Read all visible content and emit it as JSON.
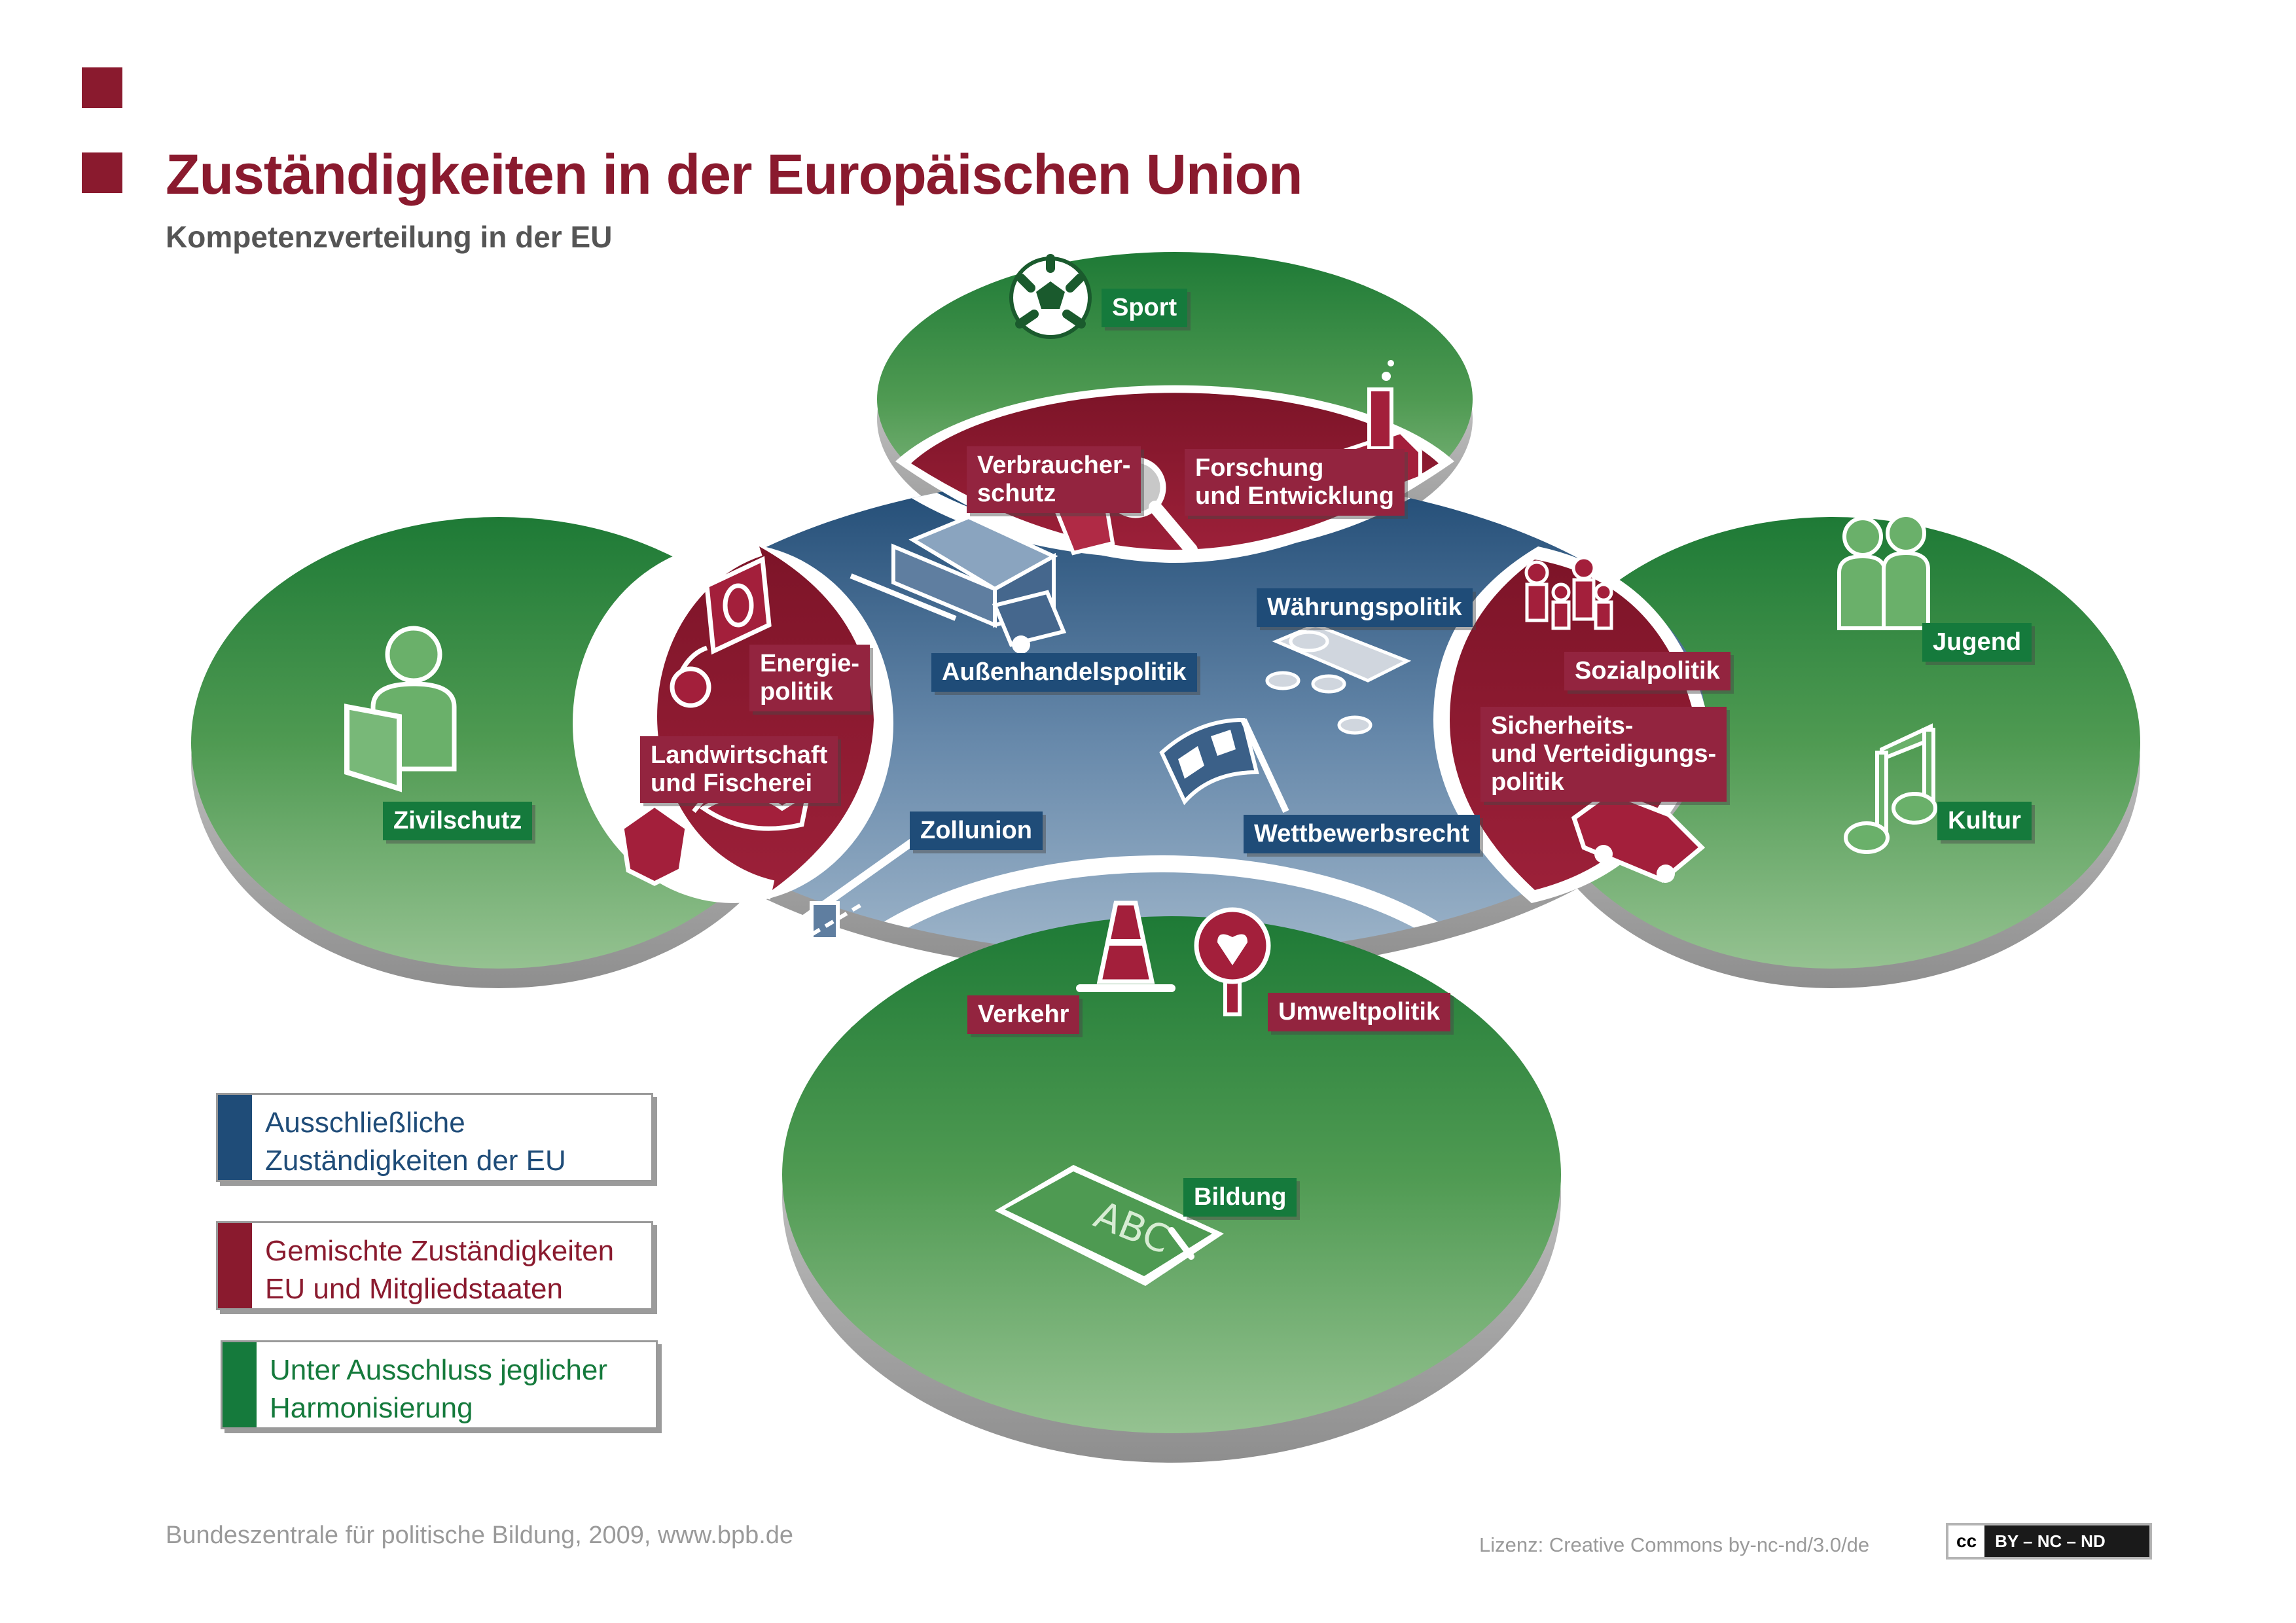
{
  "header": {
    "title": "Zuständigkeiten in der Europäischen Union",
    "subtitle": "Kompetenzverteilung in der EU"
  },
  "colors": {
    "exclusive": "#1f4c78",
    "mixed": "#8a1a2e",
    "no_harmonisation": "#157a3c",
    "title": "#8a1a2e"
  },
  "areas": {
    "green": {
      "sport": "Sport",
      "zivilschutz": "Zivilschutz",
      "jugend": "Jugend",
      "kultur": "Kultur",
      "bildung": "Bildung"
    },
    "red": {
      "verbraucherschutz": "Verbraucher-\nschutz",
      "forschung": "Forschung\nund Entwicklung",
      "energiepolitik": "Energie-\npolitik",
      "landwirtschaft": "Landwirtschaft\nund Fischerei",
      "sozialpolitik": "Sozialpolitik",
      "sicherheit": "Sicherheits-\nund Verteidigungs-\npolitik",
      "verkehr": "Verkehr",
      "umweltpolitik": "Umweltpolitik"
    },
    "blue": {
      "aussenhandel": "Außenhandelspolitik",
      "waehrung": "Währungspolitik",
      "zollunion": "Zollunion",
      "wettbewerb": "Wettbewerbsrecht"
    }
  },
  "icons": {
    "sport": "soccer-ball-icon",
    "zivilschutz": "person-with-shield-icon",
    "jugend": "young-people-icon",
    "kultur": "music-note-icon",
    "bildung": "chalkboard-icon",
    "verbraucherschutz": "magnifier-icon",
    "forschung": "lab-flask-icon",
    "energie": "power-plug-icon",
    "landwirtschaft": "cow-and-fish-icon",
    "sozialpolitik": "family-icon",
    "sicherheit": "police-car-icon",
    "verkehr": "traffic-cone-icon",
    "umwelt": "tree-icon",
    "aussenhandel": "truck-icon",
    "waehrung": "coins-icon",
    "zollunion": "barrier-icon",
    "wettbewerb": "checkered-flag-icon"
  },
  "legend": [
    {
      "text": "Ausschließliche\nZuständigkeiten der EU",
      "color": "#1f4c78"
    },
    {
      "text": "Gemischte Zuständigkeiten\nEU und Mitgliedstaaten",
      "color": "#8a1a2e"
    },
    {
      "text": "Unter Ausschluss jeglicher\nHarmonisierung",
      "color": "#157a3c"
    }
  ],
  "footer": {
    "source": "Bundeszentrale für politische Bildung, 2009, www.bpb.de",
    "license": "Lizenz: Creative Commons by-nc-nd/3.0/de",
    "cc_badge_symbol": "cc",
    "cc_badge_text": "BY – NC – ND"
  }
}
